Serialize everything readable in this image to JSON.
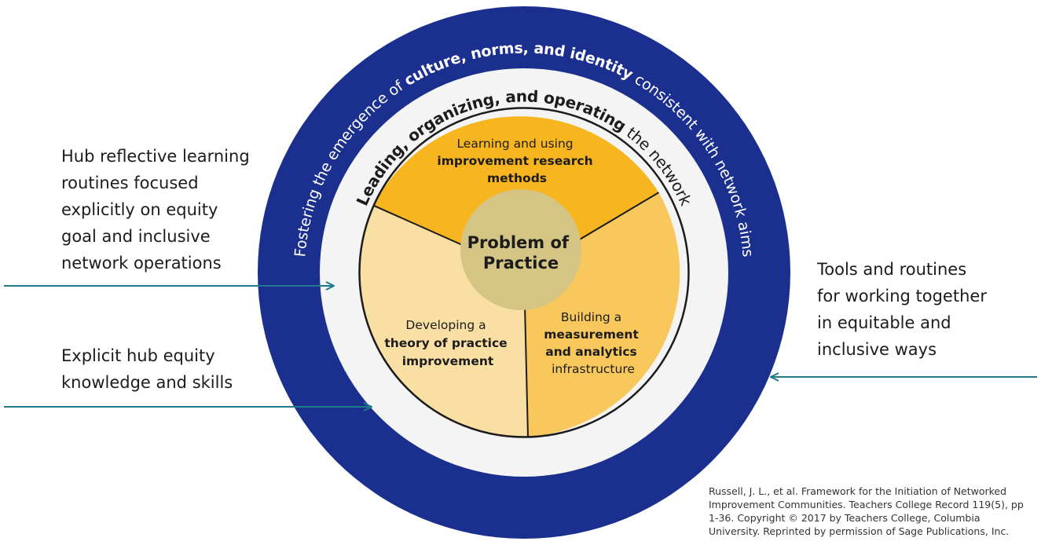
{
  "colors": {
    "outer_ring": "#1b2f8f",
    "middle_ring": "#f4f4f4",
    "wedge_top": "#f7b51f",
    "wedge_right": "#f8c85c",
    "wedge_left": "#f9dfa3",
    "center": "#d5c585",
    "arrow": "#1f7a8c",
    "text_dark": "#1c1c1c"
  },
  "outer_ring": {
    "text_prefix": "Fostering the emergence of ",
    "text_bold": "culture, norms, and identity",
    "text_suffix": " consistent with network aims"
  },
  "middle_ring": {
    "text_bold": "Leading, organizing, and operating",
    "text_suffix": " the network"
  },
  "center": {
    "line1": "Problem of",
    "line2": "Practice"
  },
  "wedges": {
    "top": {
      "line1": "Learning and using",
      "line2": "improvement research",
      "line3": "methods"
    },
    "right": {
      "line1": "Building a",
      "line2": "measurement",
      "line3": "and analytics",
      "line4": "infrastructure"
    },
    "left": {
      "line1": "Developing a",
      "line2": "theory of practice",
      "line3": "improvement"
    }
  },
  "left_top_note": {
    "lines": [
      "Hub reflective learning",
      "routines focused",
      "explicitly on equity",
      "goal and inclusive",
      "network operations"
    ]
  },
  "left_bottom_note": {
    "lines": [
      "Explicit hub equity",
      "knowledge and skills"
    ]
  },
  "right_note": {
    "lines": [
      "Tools and routines",
      "for working together",
      "in equitable and",
      "inclusive ways"
    ]
  },
  "citation": {
    "lines": [
      "Russell, J. L., et al. Framework for the Initiation of Networked",
      "Improvement Communities. Teachers College Record 119(5), pp",
      "1-36. Copyright © 2017 by Teachers College, Columbia",
      "University. Reprinted by permission of Sage Publications, Inc."
    ]
  }
}
